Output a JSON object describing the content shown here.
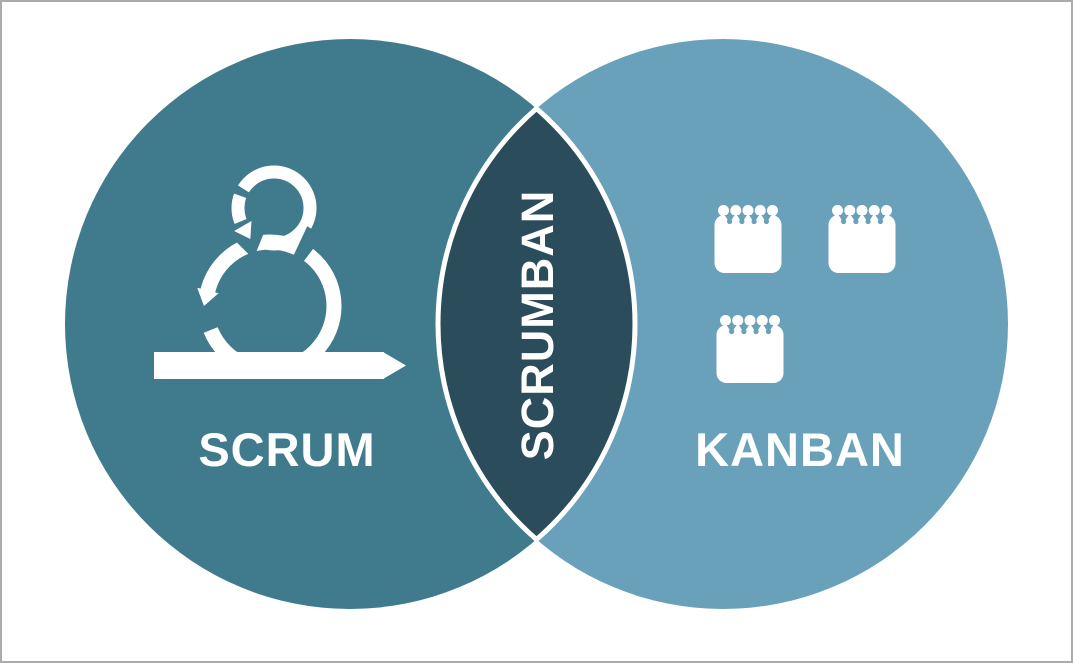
{
  "diagram": {
    "type": "venn",
    "left_label": "SCRUM",
    "right_label": "KANBAN",
    "center_label": "SCRUMBAN"
  },
  "icons": {
    "left_icon": "sprint-loop-arrow-icon",
    "right_icon": "spiral-notepad-icon",
    "right_icon_count": 3
  },
  "colors": {
    "scrum_circle": "#3F7B8D",
    "kanban_circle": "#69A1BA",
    "scrumban_lens": "#2B4C5B",
    "icon_and_text": "#FFFFFF",
    "canvas_background": "#FFFFFF",
    "canvas_border": "#ABABAB"
  }
}
